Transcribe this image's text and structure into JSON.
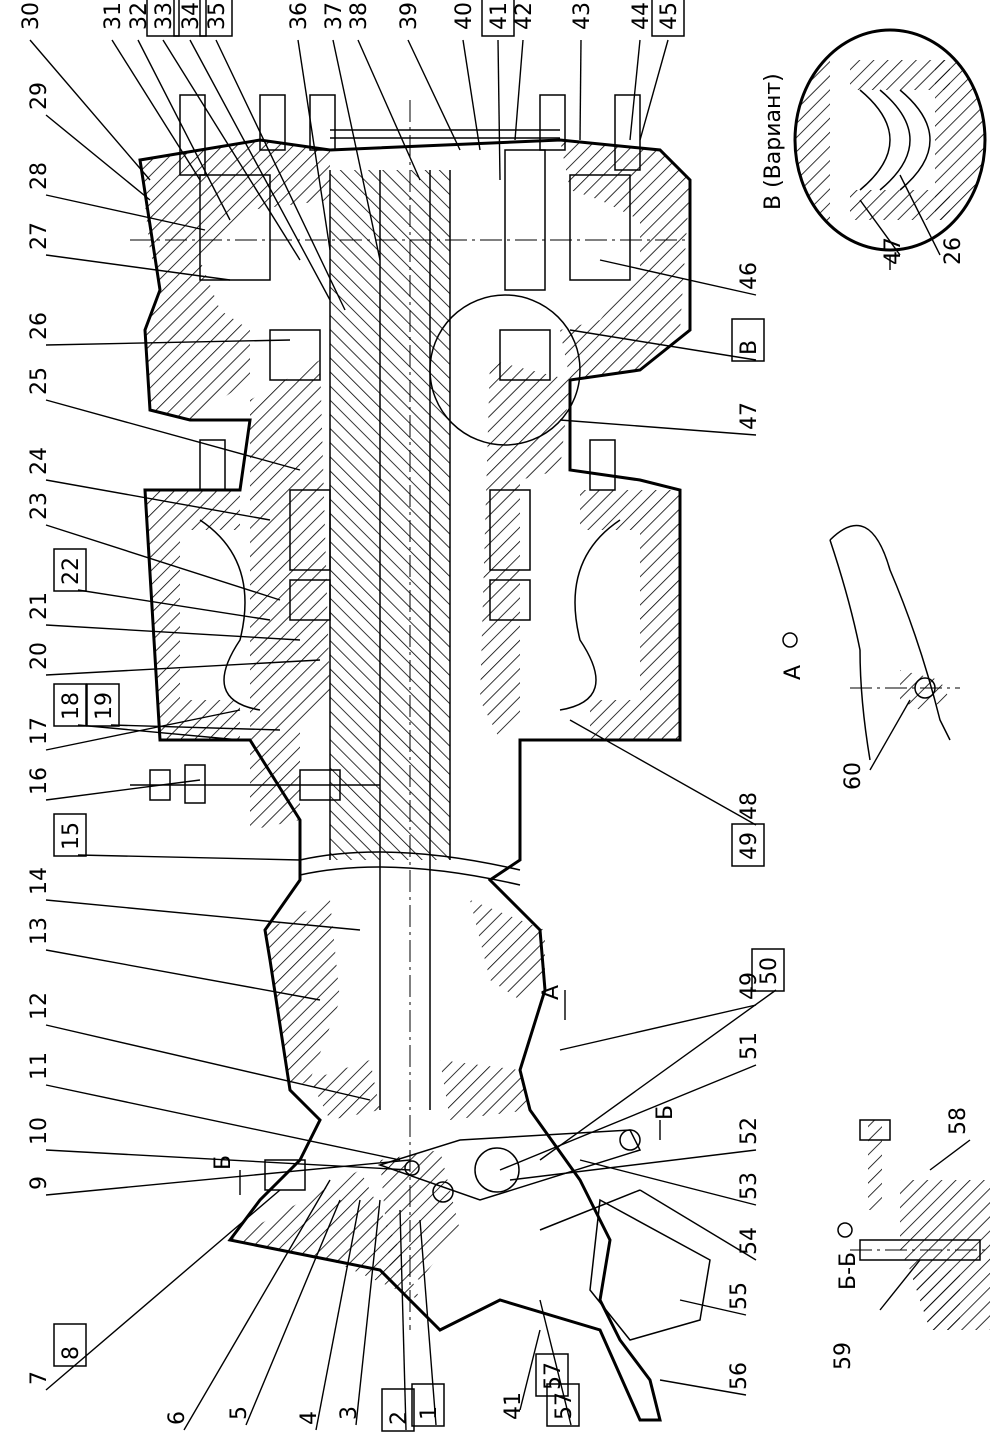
{
  "callouts_top": [
    "30",
    "31",
    "32",
    "33",
    "34",
    "35",
    "36",
    "37",
    "38",
    "39",
    "40",
    "41",
    "42",
    "43",
    "44",
    "45"
  ],
  "callouts_left": [
    "29",
    "28",
    "27",
    "26",
    "25",
    "24",
    "23",
    "22",
    "21",
    "20",
    "17",
    "18",
    "19",
    "16",
    "15",
    "14",
    "13",
    "12",
    "11",
    "10",
    "9",
    "8",
    "7",
    "6",
    "5",
    "4",
    "3",
    "2",
    "1"
  ],
  "callouts_right": [
    "46",
    "47",
    "48",
    "49",
    "50",
    "51",
    "52",
    "53",
    "54",
    "55",
    "56",
    "57",
    "58",
    "59",
    "60"
  ],
  "callouts_bottom_left": [
    "41",
    "57"
  ],
  "callout_47b": "47",
  "callout_26b": "26",
  "callout_B": "В",
  "callout_49b": "49",
  "view_B_label": "В (Вариант)",
  "view_A_label": "А",
  "view_A_arrow": "А",
  "section_BB_label": "Б-Б",
  "section_B_mark_top": "Б",
  "section_B_mark_bottom": "Б"
}
